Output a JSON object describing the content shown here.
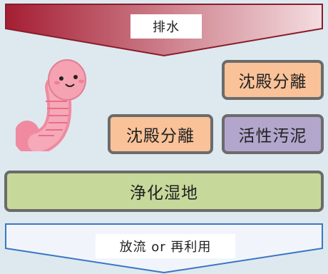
{
  "top_arrow": {
    "label": "排水",
    "colors": {
      "start": "#a51e33",
      "end": "#f4dde0"
    }
  },
  "boxes": {
    "sedimentation_top": "沈殿分離",
    "sedimentation_left": "沈殿分離",
    "activated_sludge": "活性汚泥",
    "wetland": "浄化湿地"
  },
  "bottom_arrow": {
    "label": "放流 or 再利用",
    "colors": {
      "fill": "#f1f5fb",
      "stroke": "#3a76c4"
    }
  },
  "colors": {
    "orange": "#f9c298",
    "purple": "#b3a6cd",
    "green": "#c7d99a",
    "border": "#6b6b6b",
    "background": "#dde9ef"
  },
  "icons": {
    "mascot": "worm-icon"
  }
}
